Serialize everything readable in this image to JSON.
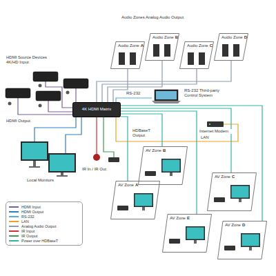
{
  "diagram": {
    "nodes": [
      {
        "text": [
          "4K HDMI Matrix"
        ]
      },
      {
        "text": [
          "Audio Zone",
          "A"
        ]
      },
      {
        "text": [
          "Audio Zone",
          "B"
        ]
      },
      {
        "text": [
          "Audio Zone",
          "C"
        ]
      },
      {
        "text": [
          "Audio Zone",
          "D"
        ]
      },
      {
        "text": [
          "AV Zone",
          "A"
        ]
      },
      {
        "text": [
          "AV Zone",
          "B"
        ]
      },
      {
        "text": [
          "AV Zone",
          "C"
        ]
      },
      {
        "text": [
          "AV Zone",
          "D"
        ]
      },
      {
        "text": [
          "AV Zone",
          "E"
        ]
      }
    ],
    "edges": [
      {
        "from": 0,
        "to": 1,
        "arrow": "none"
      },
      {
        "from": 0,
        "to": 2,
        "arrow": "none"
      },
      {
        "from": 0,
        "to": 3,
        "arrow": "none"
      },
      {
        "from": 0,
        "to": 4,
        "arrow": "none"
      },
      {
        "from": 0,
        "to": 5,
        "arrow": "none"
      },
      {
        "from": 0,
        "to": 6,
        "arrow": "none"
      },
      {
        "from": 0,
        "to": 7,
        "arrow": "none"
      },
      {
        "from": 0,
        "to": 8,
        "arrow": "none"
      },
      {
        "from": 0,
        "to": 9,
        "arrow": "none"
      }
    ],
    "labels": [
      "HDMI Source Devices 4K/HD Input",
      "Audio Zones Analog Audio Output",
      "RS-232 Third-party Control System",
      "RS-232",
      "LAN",
      "Internet Modem",
      "HDMI Output",
      "Local Monitors",
      "IR In / IR Out",
      "HDBaseT Output"
    ],
    "legend": [
      {
        "text": "HDMI Input",
        "color": "#7b5ea7"
      },
      {
        "text": "HDMI Output",
        "color": "#2f7fc1"
      },
      {
        "text": "RS-232",
        "color": "#4fb0e0"
      },
      {
        "text": "LAN",
        "color": "#f0a020"
      },
      {
        "text": "Analog Audio Output",
        "color": "#8a9bb0"
      },
      {
        "text": "IR Input",
        "color": "#d03030"
      },
      {
        "text": "IR Output",
        "color": "#3aa050"
      },
      {
        "text": "Power over HDBaseT",
        "color": "#2fb5a5"
      }
    ]
  }
}
